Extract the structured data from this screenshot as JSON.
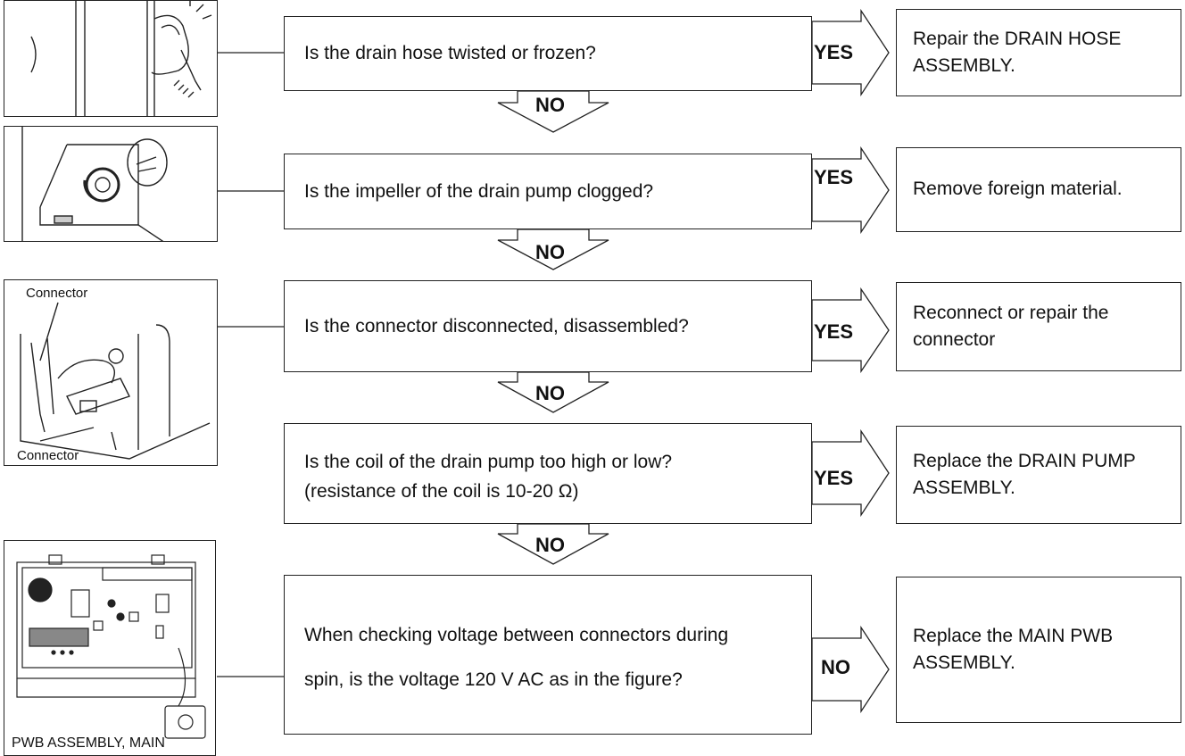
{
  "steps": [
    {
      "question": "Is the drain hose twisted or frozen?",
      "answer": "YES",
      "action": "Repair the DRAIN HOSE ASSEMBLY."
    },
    {
      "question": "Is the impeller of the drain pump clogged?",
      "answer": "YES",
      "action": "Remove foreign material."
    },
    {
      "question": "Is the connector disconnected, disassembled?",
      "answer": "YES",
      "action": "Reconnect or repair the connector"
    },
    {
      "question_line1": "Is the coil of the drain pump too high or low?",
      "question_line2": "(resistance of the coil is 10-20 Ω)",
      "answer": "YES",
      "action": "Replace the DRAIN PUMP ASSEMBLY."
    },
    {
      "question_line1": "When checking voltage between connectors during",
      "question_line2": "spin, is the voltage 120 V AC as in the figure?",
      "answer": "NO",
      "action": "Replace the MAIN PWB ASSEMBLY."
    }
  ],
  "flow_labels": {
    "no": "NO"
  },
  "illustrations": {
    "connector_top": "Connector",
    "connector_bottom": "Connector",
    "pwb_caption": "PWB ASSEMBLY, MAIN"
  }
}
